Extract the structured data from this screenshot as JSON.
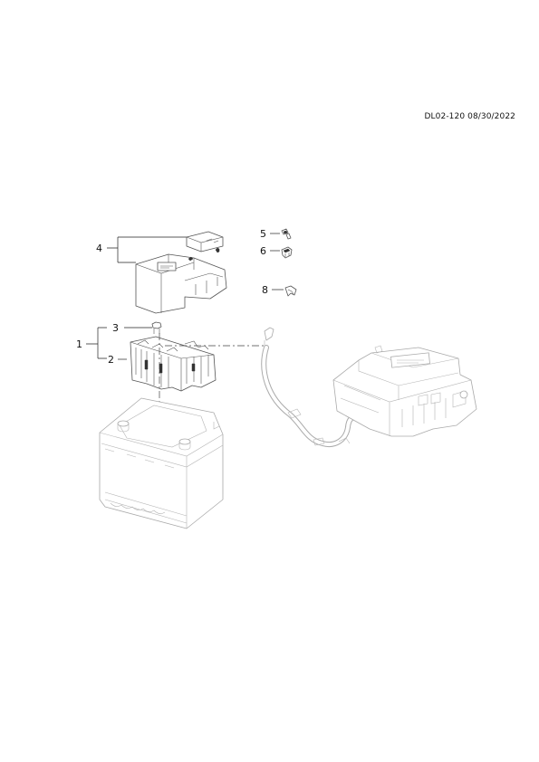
{
  "header": {
    "diagram_id": "DL02-120 08/30/2022"
  },
  "callouts": {
    "c1": "1",
    "c2": "2",
    "c3": "3",
    "c4": "4",
    "c5": "5",
    "c6": "6",
    "c8": "8"
  }
}
